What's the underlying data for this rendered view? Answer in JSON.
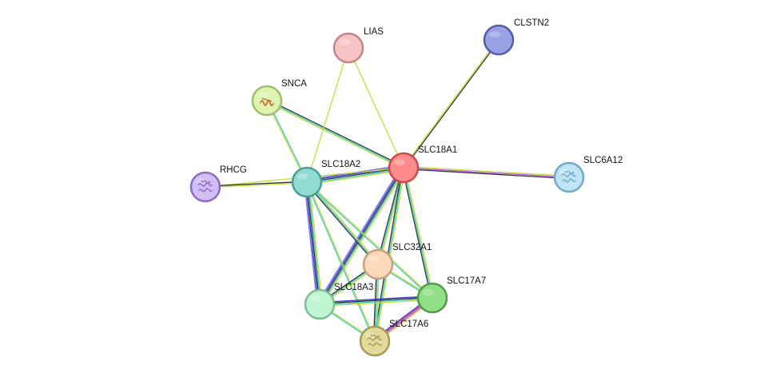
{
  "nodes": [
    {
      "id": "SLC18A1",
      "label": "SLC18A1",
      "fill": "#ff8c8c",
      "stroke": "#c84b4b",
      "icon": null
    },
    {
      "id": "SLC18A2",
      "label": "SLC18A2",
      "fill": "#8fdcd2",
      "stroke": "#4b9e96",
      "icon": null
    },
    {
      "id": "LIAS",
      "label": "LIAS",
      "fill": "#f7c4c6",
      "stroke": "#c2858a",
      "icon": null
    },
    {
      "id": "CLSTN2",
      "label": "CLSTN2",
      "fill": "#9aa2e6",
      "stroke": "#535ca8",
      "icon": null
    },
    {
      "id": "SNCA",
      "label": "SNCA",
      "fill": "#def3b2",
      "stroke": "#9cbf6b",
      "icon": "helix-structure-icon"
    },
    {
      "id": "RHCG",
      "label": "RHCG",
      "fill": "#d2bdf7",
      "stroke": "#8a6dbf",
      "icon": "protein-structure-icon"
    },
    {
      "id": "SLC6A12",
      "label": "SLC6A12",
      "fill": "#bfe4f4",
      "stroke": "#6fa9c5",
      "icon": "protein-structure-icon"
    },
    {
      "id": "SLC32A1",
      "label": "SLC32A1",
      "fill": "#fcd9b8",
      "stroke": "#c9a07d",
      "icon": null
    },
    {
      "id": "SLC17A7",
      "label": "SLC17A7",
      "fill": "#90de86",
      "stroke": "#4f9b47",
      "icon": null
    },
    {
      "id": "SLC18A3",
      "label": "SLC18A3",
      "fill": "#c0f5d2",
      "stroke": "#7cbc92",
      "icon": null
    },
    {
      "id": "SLC17A6",
      "label": "SLC17A6",
      "fill": "#e2d99a",
      "stroke": "#a69a57",
      "icon": "protein-structure-icon"
    }
  ],
  "edge_colors": {
    "textmining": "#c8dc3c",
    "coexpression": "#323232",
    "database": "#3cc8c8",
    "experiments": "#7070e0",
    "cooccurrence": "#3232c8",
    "homology": "#b050e0",
    "fusion": "#c03060"
  },
  "edges": [
    {
      "from": "SLC18A1",
      "to": "CLSTN2",
      "channels": [
        "textmining",
        "coexpression"
      ]
    },
    {
      "from": "SLC18A1",
      "to": "LIAS",
      "channels": [
        "textmining"
      ]
    },
    {
      "from": "SLC18A1",
      "to": "SNCA",
      "channels": [
        "textmining",
        "database",
        "coexpression"
      ]
    },
    {
      "from": "SLC18A1",
      "to": "SLC18A2",
      "channels": [
        "textmining",
        "database",
        "coexpression",
        "cooccurrence",
        "experiments"
      ]
    },
    {
      "from": "SLC18A1",
      "to": "SLC6A12",
      "channels": [
        "textmining",
        "homology",
        "coexpression"
      ]
    },
    {
      "from": "SLC18A1",
      "to": "SLC32A1",
      "channels": [
        "textmining",
        "database",
        "coexpression"
      ]
    },
    {
      "from": "SLC18A1",
      "to": "SLC17A7",
      "channels": [
        "textmining",
        "database",
        "coexpression"
      ]
    },
    {
      "from": "SLC18A1",
      "to": "SLC18A3",
      "channels": [
        "textmining",
        "database",
        "coexpression",
        "cooccurrence",
        "experiments"
      ]
    },
    {
      "from": "SLC18A1",
      "to": "SLC17A6",
      "channels": [
        "textmining",
        "database",
        "coexpression"
      ]
    },
    {
      "from": "SLC18A1",
      "to": "RHCG",
      "channels": [
        "textmining"
      ]
    },
    {
      "from": "SLC18A2",
      "to": "LIAS",
      "channels": [
        "textmining"
      ]
    },
    {
      "from": "SLC18A2",
      "to": "SNCA",
      "channels": [
        "textmining",
        "database"
      ]
    },
    {
      "from": "SLC18A2",
      "to": "RHCG",
      "channels": [
        "textmining",
        "coexpression"
      ]
    },
    {
      "from": "SLC18A2",
      "to": "SLC32A1",
      "channels": [
        "textmining",
        "database",
        "coexpression"
      ]
    },
    {
      "from": "SLC18A2",
      "to": "SLC17A7",
      "channels": [
        "textmining",
        "database"
      ]
    },
    {
      "from": "SLC18A2",
      "to": "SLC18A3",
      "channels": [
        "textmining",
        "database",
        "coexpression",
        "cooccurrence",
        "experiments"
      ]
    },
    {
      "from": "SLC18A2",
      "to": "SLC17A6",
      "channels": [
        "textmining",
        "database"
      ]
    },
    {
      "from": "SLC32A1",
      "to": "SLC17A7",
      "channels": [
        "textmining",
        "database"
      ]
    },
    {
      "from": "SLC32A1",
      "to": "SLC18A3",
      "channels": [
        "textmining",
        "database",
        "coexpression"
      ]
    },
    {
      "from": "SLC32A1",
      "to": "SLC17A6",
      "channels": [
        "textmining",
        "database",
        "coexpression"
      ]
    },
    {
      "from": "SLC17A7",
      "to": "SLC18A3",
      "channels": [
        "textmining",
        "database",
        "coexpression",
        "cooccurrence"
      ]
    },
    {
      "from": "SLC17A7",
      "to": "SLC17A6",
      "channels": [
        "textmining",
        "homology",
        "fusion",
        "cooccurrence"
      ]
    },
    {
      "from": "SLC18A3",
      "to": "SLC17A6",
      "channels": [
        "textmining",
        "database"
      ]
    }
  ]
}
